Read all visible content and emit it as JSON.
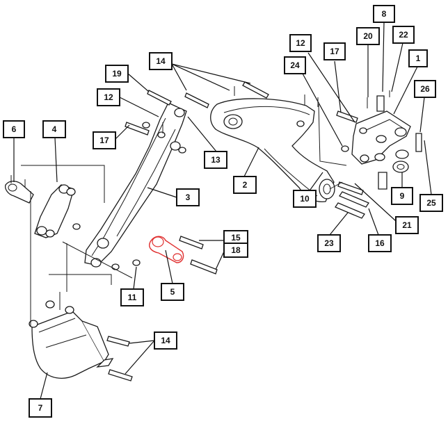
{
  "colors": {
    "default_callout": "#111111",
    "highlight_callout": "#d42020",
    "secondary_callout": "#6b2a7a",
    "highlight_part": "#e03030"
  },
  "callouts": [
    {
      "id": "c8",
      "label": "8",
      "style": "default"
    },
    {
      "id": "c20",
      "label": "20",
      "style": "default"
    },
    {
      "id": "c22",
      "label": "22",
      "style": "default"
    },
    {
      "id": "c12a",
      "label": "12",
      "style": "default"
    },
    {
      "id": "c17a",
      "label": "17",
      "style": "default"
    },
    {
      "id": "c1",
      "label": "1",
      "style": "default"
    },
    {
      "id": "c24",
      "label": "24",
      "style": "default"
    },
    {
      "id": "c26",
      "label": "26",
      "style": "default"
    },
    {
      "id": "c14a",
      "label": "14",
      "style": "default"
    },
    {
      "id": "c19",
      "label": "19",
      "style": "default"
    },
    {
      "id": "c12b",
      "label": "12",
      "style": "default"
    },
    {
      "id": "c6",
      "label": "6",
      "style": "default"
    },
    {
      "id": "c4",
      "label": "4",
      "style": "default"
    },
    {
      "id": "c17b",
      "label": "17",
      "style": "default"
    },
    {
      "id": "c13",
      "label": "13",
      "style": "default"
    },
    {
      "id": "c2",
      "label": "2",
      "style": "default"
    },
    {
      "id": "c3",
      "label": "3",
      "style": "default"
    },
    {
      "id": "c10",
      "label": "10",
      "style": "default"
    },
    {
      "id": "c9",
      "label": "9",
      "style": "default"
    },
    {
      "id": "c25",
      "label": "25",
      "style": "default"
    },
    {
      "id": "c21",
      "label": "21",
      "style": "secondary"
    },
    {
      "id": "c23",
      "label": "23",
      "style": "default"
    },
    {
      "id": "c16",
      "label": "16",
      "style": "default"
    },
    {
      "id": "c15",
      "label": "15",
      "style": "default"
    },
    {
      "id": "c18",
      "label": "18",
      "style": "default"
    },
    {
      "id": "c11",
      "label": "11",
      "style": "default"
    },
    {
      "id": "c5",
      "label": "5",
      "style": "highlight"
    },
    {
      "id": "c14b",
      "label": "14",
      "style": "default"
    },
    {
      "id": "c7",
      "label": "7",
      "style": "secondary"
    }
  ]
}
